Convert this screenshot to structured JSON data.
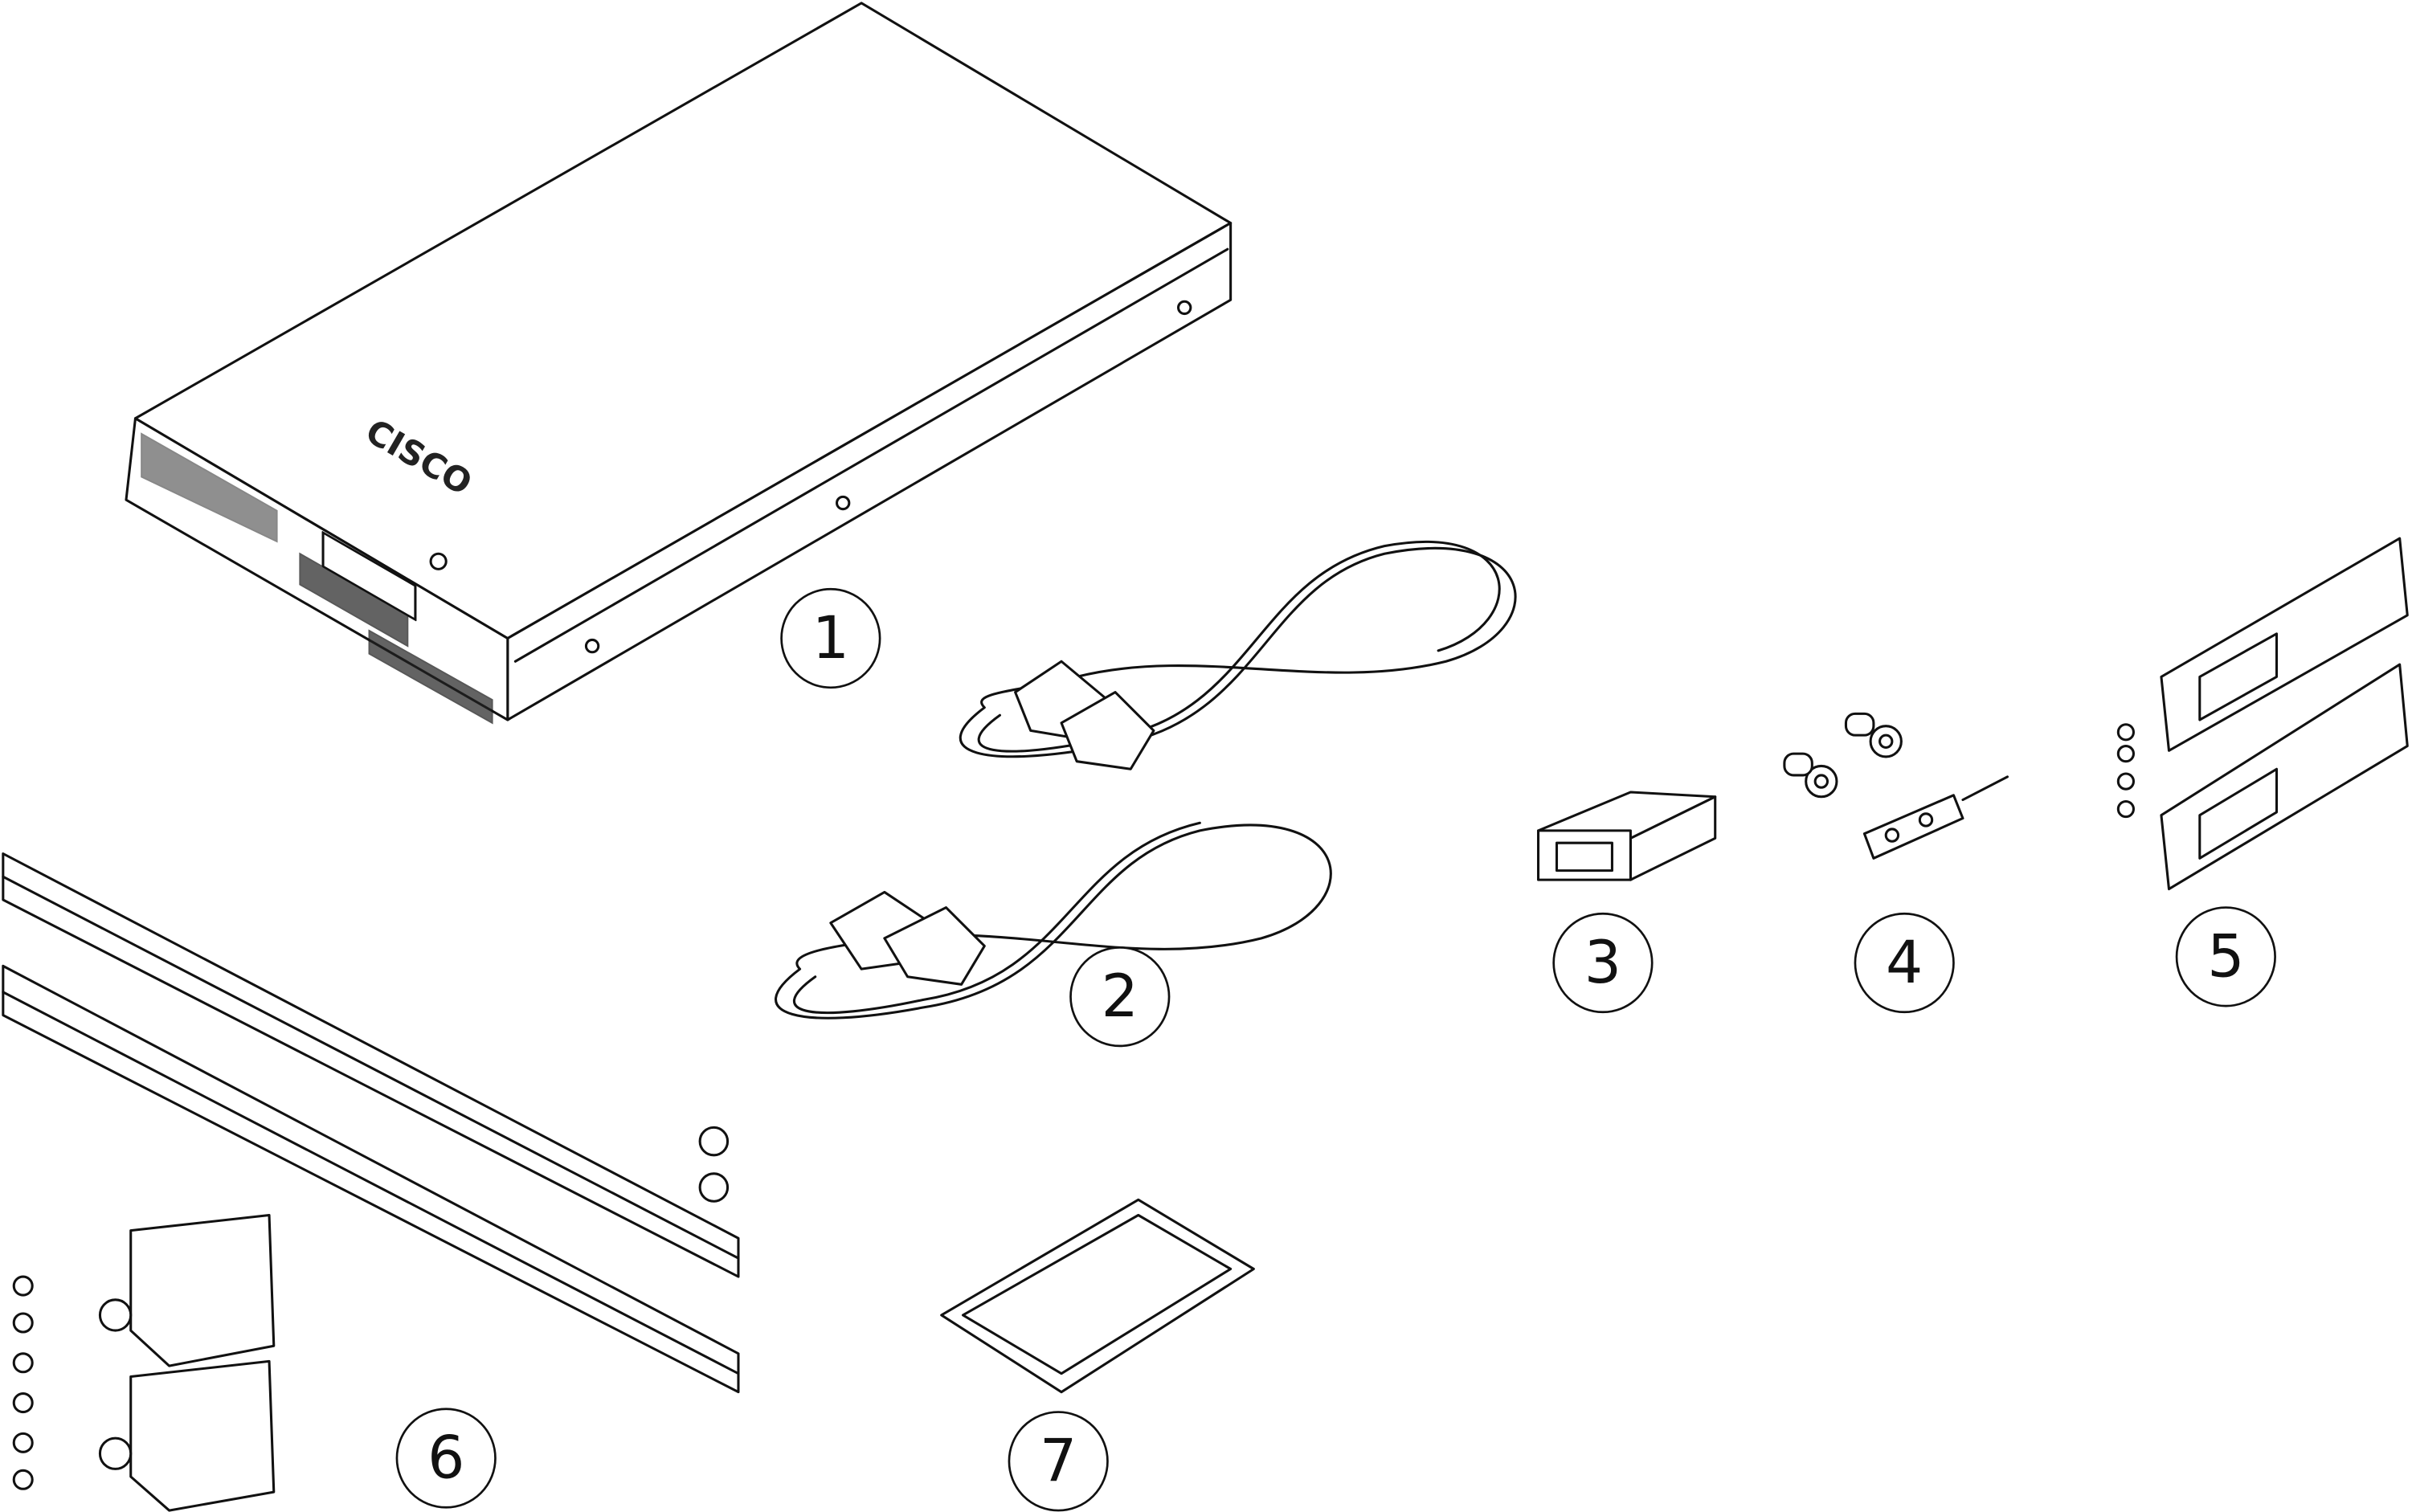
{
  "diagram": {
    "logo_text": "CISCO",
    "callouts": [
      {
        "id": "1",
        "label": "1"
      },
      {
        "id": "2",
        "label": "2"
      },
      {
        "id": "3",
        "label": "3"
      },
      {
        "id": "4",
        "label": "4"
      },
      {
        "id": "5",
        "label": "5"
      },
      {
        "id": "6",
        "label": "6"
      },
      {
        "id": "7",
        "label": "7"
      }
    ]
  }
}
